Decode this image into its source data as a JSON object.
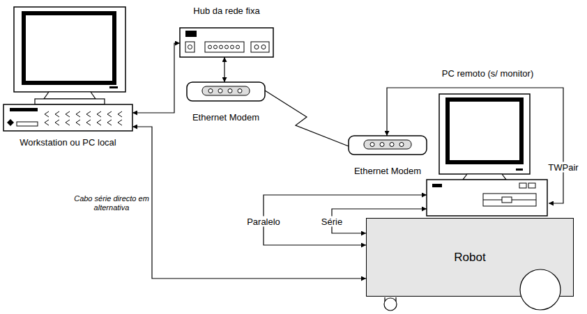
{
  "diagram": {
    "nodes": [
      {
        "text": [
          "Workstation ou PC local"
        ]
      },
      {
        "text": [
          "Hub da rede fixa"
        ]
      },
      {
        "text": [
          "Ethernet Modem"
        ]
      },
      {
        "text": [
          "Ethernet Modem"
        ]
      },
      {
        "text": [
          "PC remoto (s/ monitor)"
        ]
      },
      {
        "text": [
          "Robot"
        ]
      }
    ],
    "edges": [
      {
        "from": 0,
        "to": 1,
        "arrow": "both"
      },
      {
        "from": 1,
        "to": 2,
        "arrow": "both"
      },
      {
        "from": 2,
        "to": 3,
        "arrow": "none"
      },
      {
        "from": 3,
        "to": 4,
        "label": "TWPair",
        "arrow": "both"
      },
      {
        "from": 0,
        "to": 5,
        "label": "Cabo série directo em alternativa",
        "arrow": "both"
      },
      {
        "from": 4,
        "to": 5,
        "label": "Paralelo",
        "arrow": "both"
      },
      {
        "from": 4,
        "to": 5,
        "label": "Série",
        "arrow": "both"
      }
    ]
  }
}
